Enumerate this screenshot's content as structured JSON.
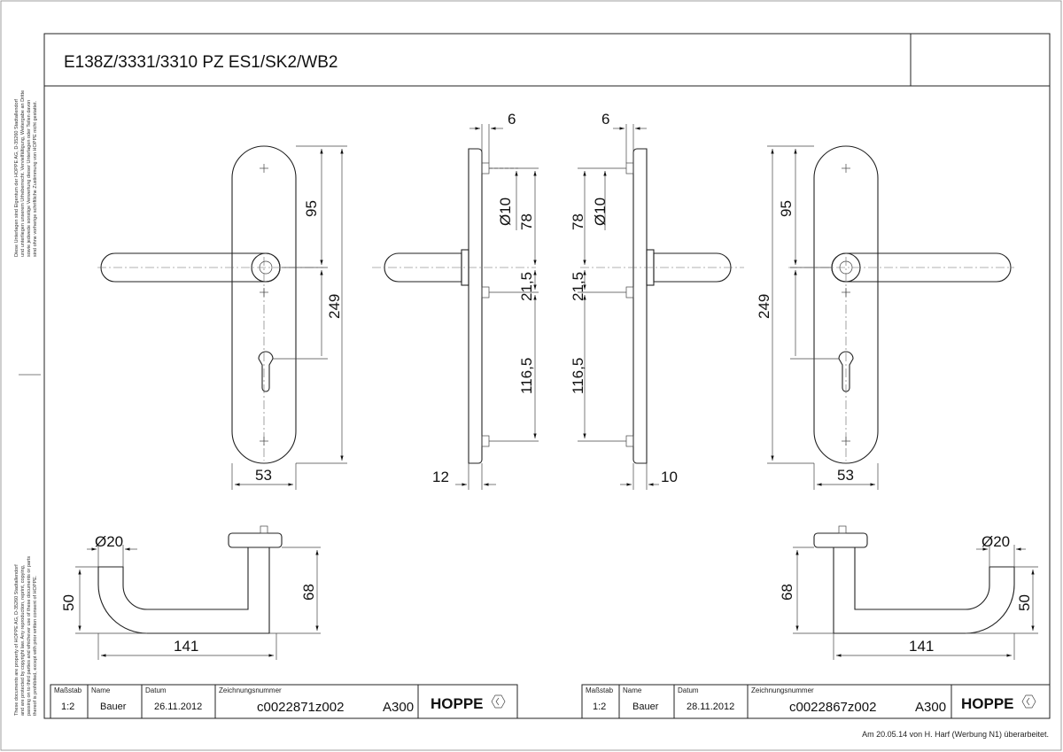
{
  "drawing": {
    "title": "E138Z/3331/3310 PZ ES1/SK2/WB2",
    "side_note_top": [
      "Diese Unterlagen sind Eigentum der HOPPE AG, D-35260 Stadtallendorf",
      "und unterliegen unserem Urheberrecht. Vervielfältigung, Weitergabe an Dritte",
      "sowie jedwede sonstige Verwertung dieser Unterlagen oder Teilen davon",
      "sind ohne vorherige schriftliche Zustimmung von HOPPE nicht gestattet."
    ],
    "side_note_bottom": [
      "These documents are property of HOPPE AG, D-35260 Stadtallendorf",
      "and are protected by copyright law. Any reproduction, reprint, copying,",
      "passing on to third parties and whichever use of these documents or parts",
      "thereof is prohibited, except with prior written consent of HOPPE."
    ],
    "footer_note": "Am 20.05.14 von H. Harf (Werbung N1) überarbeitet."
  },
  "dimensions": {
    "front_left": {
      "height_total": "249",
      "spindle_to_top": "95",
      "width": "53"
    },
    "side_left": {
      "pin_offset": "6",
      "pin_diameter": "Ø10",
      "dist_upper": "78",
      "dist_spindle": "21,5",
      "dist_lower": "116,5",
      "thickness": "12"
    },
    "side_right": {
      "pin_offset": "6",
      "pin_diameter": "Ø10",
      "dist_upper": "78",
      "dist_spindle": "21,5",
      "dist_lower": "116,5",
      "thickness": "10"
    },
    "front_right": {
      "height_total": "249",
      "spindle_to_top": "95",
      "width": "53"
    },
    "top_left": {
      "grip_diameter": "Ø20",
      "projection": "50",
      "height": "68",
      "length": "141"
    },
    "top_right": {
      "grip_diameter": "Ø20",
      "projection": "50",
      "height": "68",
      "length": "141"
    }
  },
  "title_blocks": [
    {
      "scale_label": "Maßstab",
      "scale": "1:2",
      "name_label": "Name",
      "name": "Bauer",
      "date_label": "Datum",
      "date": "26.11.2012",
      "drawing_no_label": "Zeichnungsnummer",
      "drawing_no": "c0022871z002",
      "format": "A300",
      "brand": "HOPPE"
    },
    {
      "scale_label": "Maßstab",
      "scale": "1:2",
      "name_label": "Name",
      "name": "Bauer",
      "date_label": "Datum",
      "date": "28.11.2012",
      "drawing_no_label": "Zeichnungsnummer",
      "drawing_no": "c0022867z002",
      "format": "A300",
      "brand": "HOPPE"
    }
  ]
}
